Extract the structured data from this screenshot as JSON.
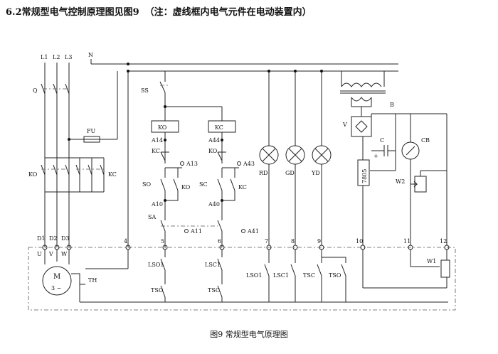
{
  "header": {
    "title": "6.2常规型电气控制原理图见图9",
    "note": "（注：虚线框内电气元件在电动装置内）"
  },
  "caption": "图9 常规型电气原理图",
  "labels": {
    "L1": "L1",
    "L2": "L2",
    "L3": "L3",
    "N": "N",
    "Q": "Q",
    "FU": "FU",
    "KO_left": "KO",
    "KC_left": "KC",
    "D1": "D1",
    "D2": "D2",
    "D3": "D3",
    "U": "U",
    "V": "V",
    "W": "W",
    "M": "M",
    "motor_phase": "3 ~",
    "TH": "TH",
    "SS": "SS",
    "KO_coil": "KO",
    "KC_coil": "KC",
    "A14": "A14",
    "A44": "A44",
    "KC_nc": "KC",
    "KO_nc": "KO",
    "A13": "A13",
    "A43": "A43",
    "SO": "SO",
    "SC": "SC",
    "KO_hold": "KO",
    "KC_hold": "KC",
    "A10": "A10",
    "A40": "A40",
    "SA": "SA",
    "A11": "A11",
    "A41": "A41",
    "RD": "RD",
    "GD": "GD",
    "YD": "YD",
    "B": "B",
    "V_rect": "V",
    "C": "C",
    "CB": "CB",
    "reg": "7805",
    "W2": "W2",
    "W1": "W1",
    "t4": "4",
    "t5": "5",
    "t6": "6",
    "t7": "7",
    "t8": "8",
    "t9": "9",
    "t10": "10",
    "t11": "11",
    "t12": "12",
    "LSO1": "LSO1",
    "LSC1": "LSC1",
    "TSO": "TSO",
    "TSC": "TSC",
    "LSO1_b": "LSO1",
    "LSC1_b": "LSC1",
    "TSC_b": "TSC",
    "TSO_b": "TSO",
    "plus": "+"
  }
}
